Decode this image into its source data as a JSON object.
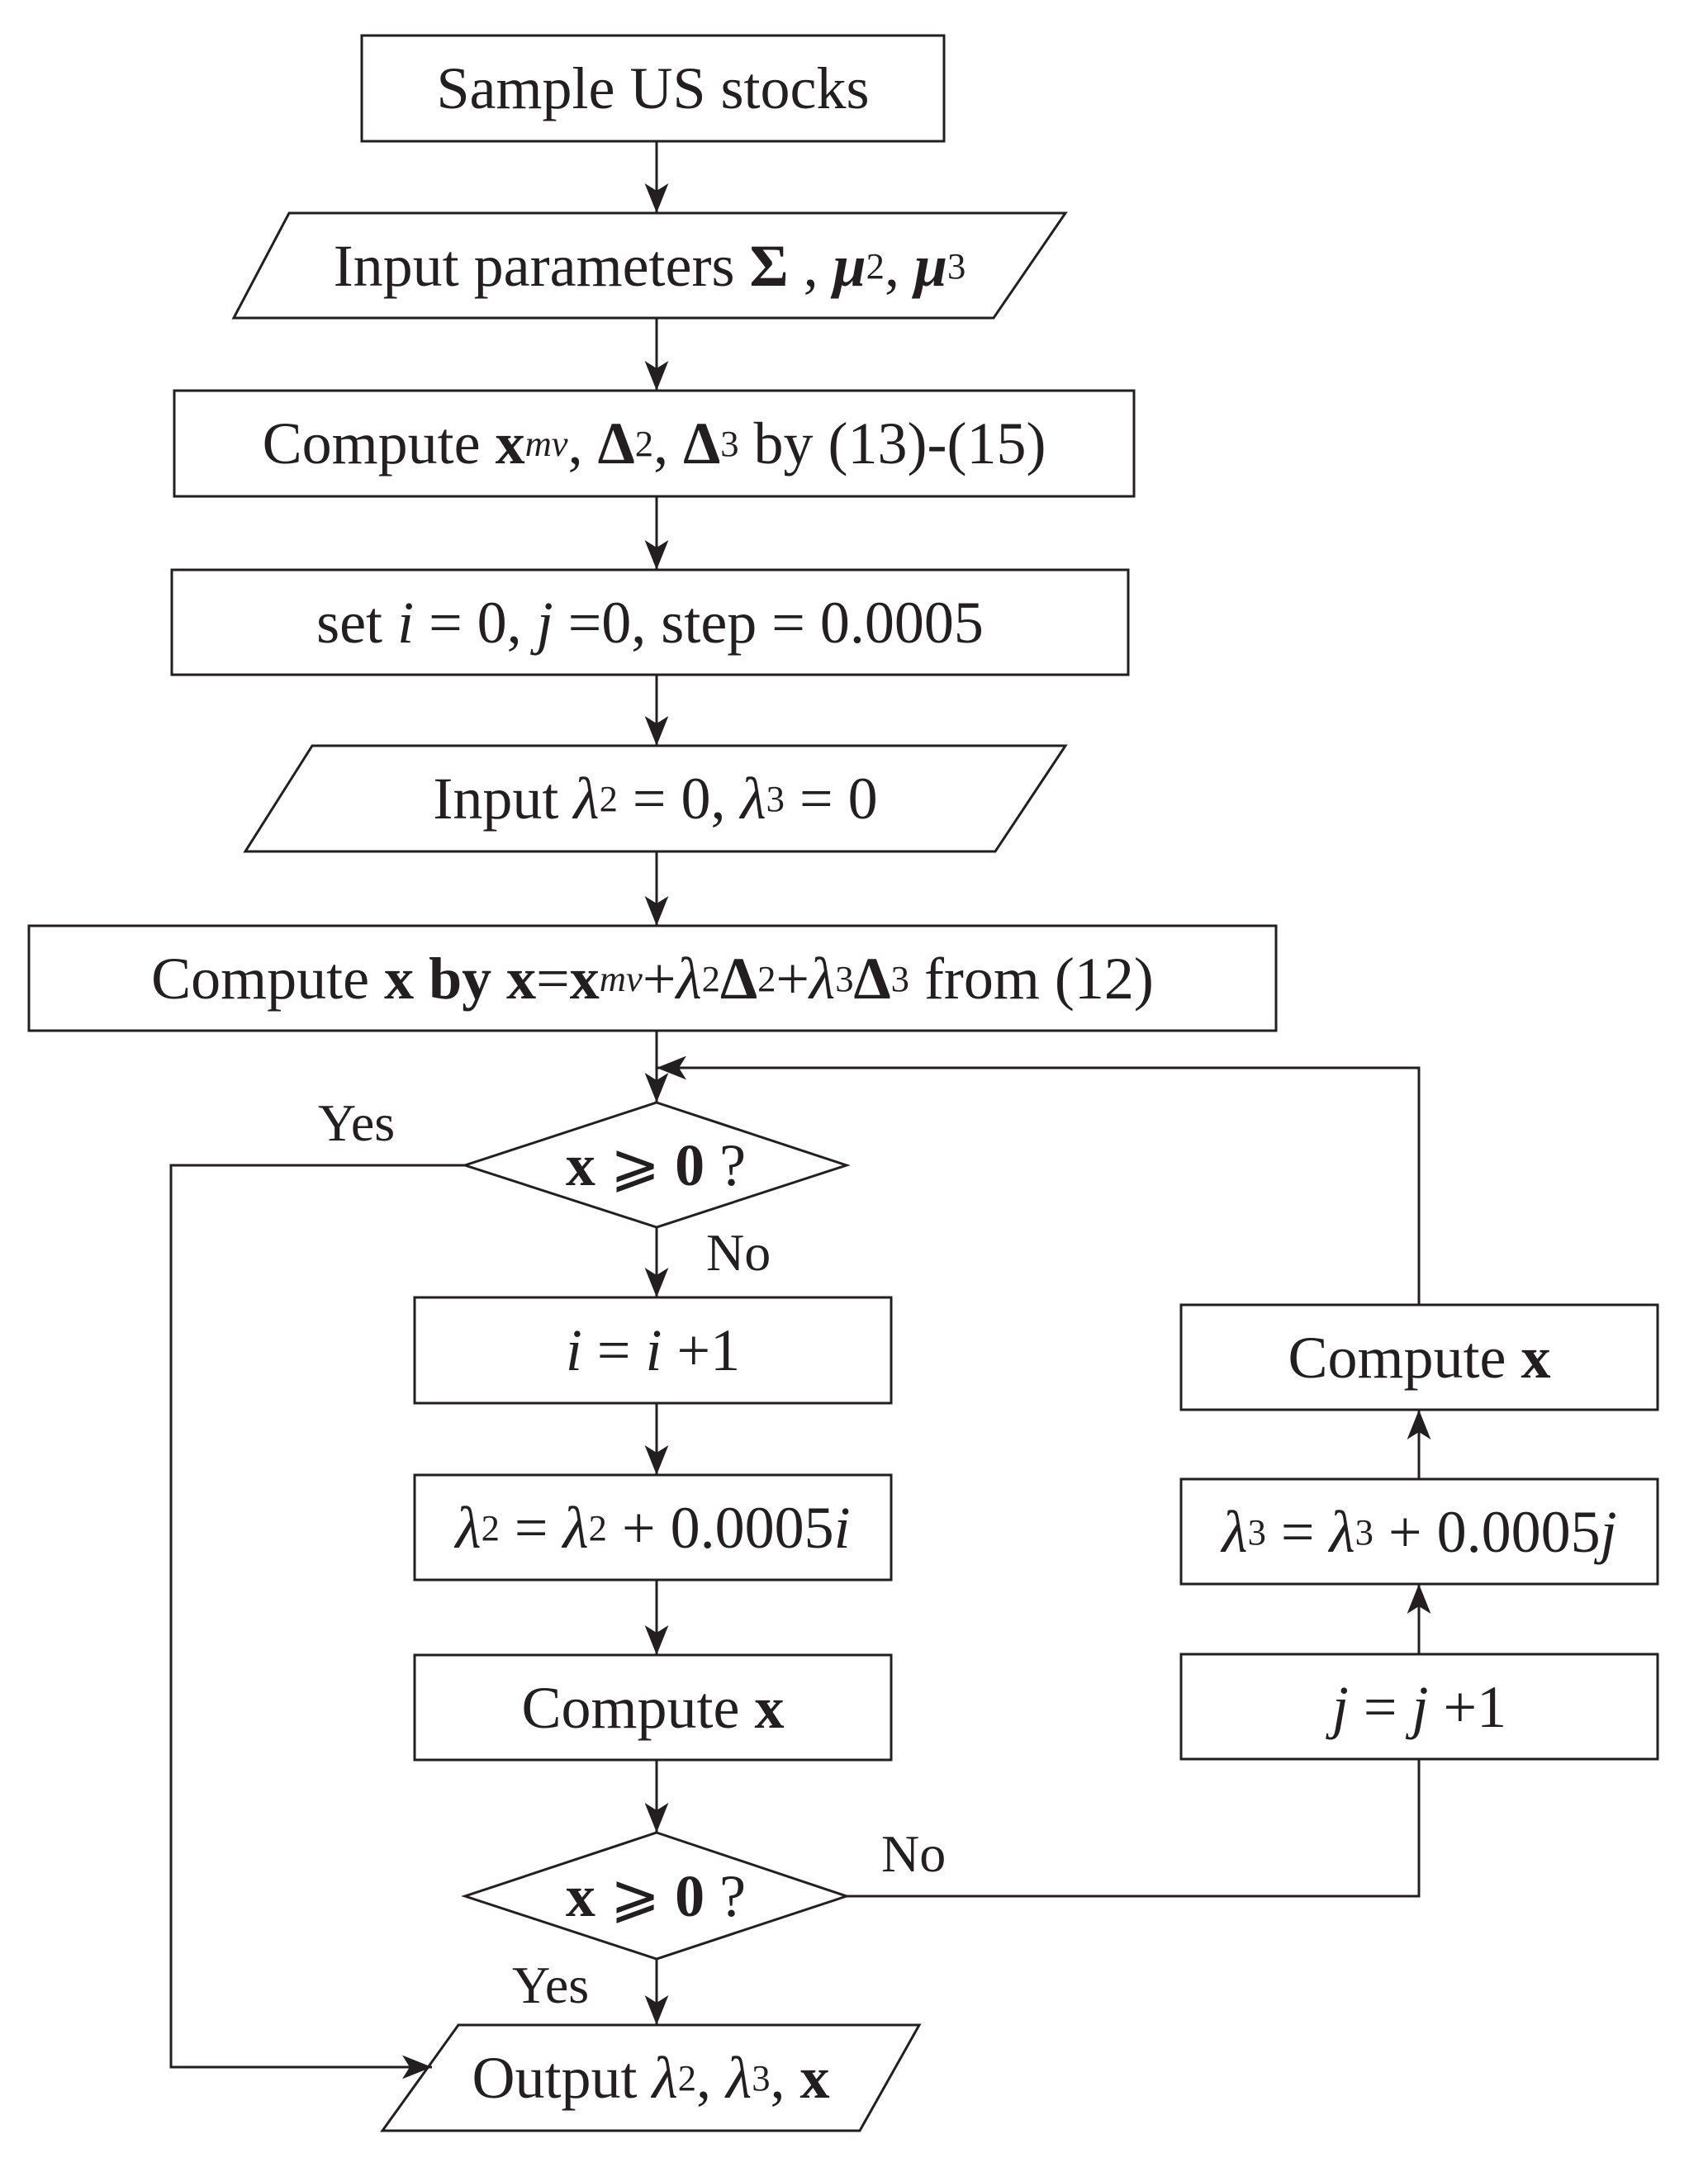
{
  "nodes": {
    "sample_us_stocks": "Sample US stocks",
    "input_parameters": {
      "text": "Input parameters ",
      "sigma": "Σ",
      "sep1": " , ",
      "mu": "μ",
      "sub2": "2",
      "sep2": ", ",
      "sub3": "3"
    },
    "compute_xmv": {
      "text": "Compute ",
      "x": "x",
      "sub_mv": "mv",
      "sep1": ", ",
      "delta": "Δ",
      "sub2": "2",
      "sep2": ", ",
      "sub3": "3",
      "tail": " by (13)-(15)"
    },
    "set_init": {
      "text": "set ",
      "i": "i",
      "eq_i": " = 0, ",
      "j": "j",
      "eq_j": " =0, step = 0.0005"
    },
    "input_lambda": {
      "text": "Input ",
      "lambda": "λ",
      "sub2": "2",
      "eq1": " = 0, ",
      "sub3": "3",
      "eq2": " = 0"
    },
    "compute_x_formula": {
      "text": "Compute ",
      "x": "x",
      "by": " by ",
      "eq": "=",
      "sub_mv": "mv",
      "plus": "+",
      "lambda": "λ",
      "delta": "Δ",
      "sub2": "2",
      "sub3": "3",
      "tail": " from (12)"
    },
    "decision_1": {
      "x": "x",
      "geq": " ⩾ ",
      "zero": "0",
      "q": " ?"
    },
    "i_increment": {
      "i": "i",
      "eq": " = ",
      "plus_one": " +1"
    },
    "lambda2_update": {
      "lambda": "λ",
      "sub": "2",
      "eq": " = ",
      "plus": " + 0.0005",
      "i": "i"
    },
    "compute_x_left": {
      "text": "Compute ",
      "x": "x"
    },
    "decision_2": {
      "x": "x",
      "geq": " ⩾ ",
      "zero": "0",
      "q": " ?"
    },
    "output": {
      "text": "Output ",
      "lambda": "λ",
      "sub2": "2",
      "sep": ", ",
      "sub3": "3",
      "sep2": ", ",
      "x": "x"
    },
    "compute_x_right": {
      "text": "Compute ",
      "x": "x"
    },
    "lambda3_update": {
      "lambda": "λ",
      "sub": "3",
      "eq": " = ",
      "plus": " + 0.0005",
      "j": "j"
    },
    "j_increment": {
      "j": "j",
      "eq": " = ",
      "plus_one": " +1"
    }
  },
  "edge_labels": {
    "yes_top": "Yes",
    "no_top": "No",
    "no_bottom": "No",
    "yes_bottom": "Yes"
  }
}
